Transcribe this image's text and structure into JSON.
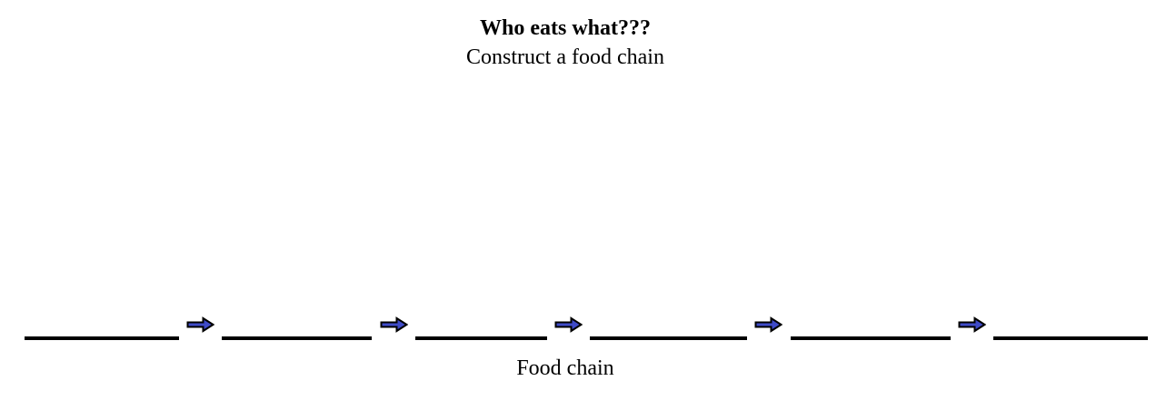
{
  "header": {
    "title": "Who eats what???",
    "subtitle": "Construct a food chain"
  },
  "food_chain": {
    "caption": "Food chain",
    "slot_count": 6,
    "arrow_count": 5,
    "slots": [
      "",
      "",
      "",
      "",
      "",
      ""
    ],
    "arrow_icon": "right-block-arrow",
    "arrow_fill_color": "#3F4BC8",
    "arrow_outline_color": "#000000",
    "blank_line_color": "#000000"
  }
}
